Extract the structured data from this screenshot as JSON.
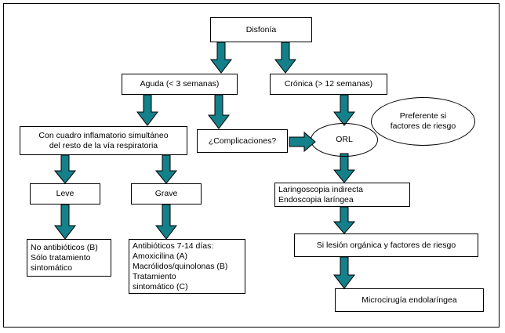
{
  "diagram": {
    "title_node": "Disfonía",
    "accent_color": "#13808a",
    "line_color": "#000000",
    "background": "#ffffff",
    "nodes": [
      {
        "id": "disfonia",
        "label": "Disfonía",
        "shape": "rect"
      },
      {
        "id": "aguda",
        "label": "Aguda (< 3 semanas)",
        "shape": "rect"
      },
      {
        "id": "cronica",
        "label": "Crónica (> 12 semanas)",
        "shape": "rect"
      },
      {
        "id": "inflamatorio",
        "label": "Con cuadro inflamatorio simultáneo\ndel resto de la vía respiratoria",
        "shape": "rect"
      },
      {
        "id": "complicaciones",
        "label": "¿Complicaciones?",
        "shape": "rect"
      },
      {
        "id": "orl",
        "label": "ORL",
        "shape": "ellipse"
      },
      {
        "id": "preferente",
        "label": "Preferente si\nfactores de riesgo",
        "shape": "ellipse"
      },
      {
        "id": "leve",
        "label": "Leve",
        "shape": "rect"
      },
      {
        "id": "grave",
        "label": "Grave",
        "shape": "rect"
      },
      {
        "id": "laringoscopia",
        "label": "Laringoscopia indirecta\nEndoscopia laríngea",
        "shape": "rect"
      },
      {
        "id": "no_antibioticos",
        "label": "No antibióticos (B)\nSólo tratamiento\nsintomático",
        "shape": "rect"
      },
      {
        "id": "antibioticos",
        "label": "Antibióticos 7-14 días:\nAmoxicilina (A)\nMacrólidos/quinolonas (B)\nTratamiento\nsintomático (C)",
        "shape": "rect"
      },
      {
        "id": "lesion",
        "label": "Si lesión orgánica y factores de riesgo",
        "shape": "rect"
      },
      {
        "id": "microcirugia",
        "label": "Microcirugía endolaríngea",
        "shape": "rect"
      }
    ],
    "edges": [
      {
        "from": "disfonia",
        "to": "aguda",
        "direction": "down"
      },
      {
        "from": "disfonia",
        "to": "cronica",
        "direction": "down"
      },
      {
        "from": "aguda",
        "to": "inflamatorio",
        "direction": "down"
      },
      {
        "from": "aguda",
        "to": "complicaciones",
        "direction": "down"
      },
      {
        "from": "cronica",
        "to": "orl",
        "direction": "down"
      },
      {
        "from": "complicaciones",
        "to": "orl",
        "direction": "right"
      },
      {
        "from": "inflamatorio",
        "to": "leve",
        "direction": "down"
      },
      {
        "from": "inflamatorio",
        "to": "grave",
        "direction": "down"
      },
      {
        "from": "orl",
        "to": "laringoscopia",
        "direction": "down"
      },
      {
        "from": "leve",
        "to": "no_antibioticos",
        "direction": "down"
      },
      {
        "from": "grave",
        "to": "antibioticos",
        "direction": "down"
      },
      {
        "from": "laringoscopia",
        "to": "lesion",
        "direction": "down"
      },
      {
        "from": "lesion",
        "to": "microcirugia",
        "direction": "down"
      }
    ]
  }
}
